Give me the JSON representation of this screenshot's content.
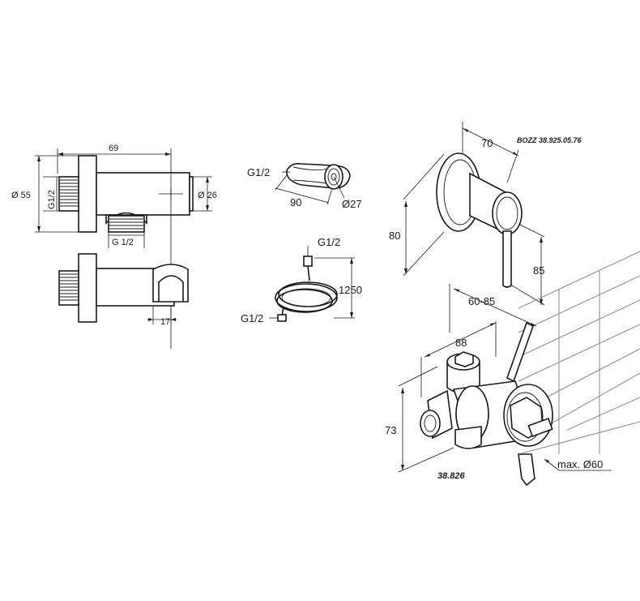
{
  "diagram": {
    "product_code": "BOZZ 38.925.05.76",
    "valve_code": "38.826",
    "elbow": {
      "length": "69",
      "diameter_flange": "Ø 55",
      "thread_inlet": "G1/2",
      "diameter_outlet": "Ø 26",
      "thread_outlet": "G 1/2",
      "holder_depth": "17"
    },
    "handshower": {
      "thread": "G1/2",
      "length": "90",
      "diameter": "Ø27"
    },
    "hose": {
      "thread_top": "G1/2",
      "thread_bottom": "G1/2",
      "length": "1250"
    },
    "mixer": {
      "depth": "70",
      "height": "80",
      "lever_height": "85"
    },
    "valve": {
      "depth_range": "60-85",
      "width": "88",
      "height": "73",
      "max_diameter": "max. Ø60"
    }
  }
}
